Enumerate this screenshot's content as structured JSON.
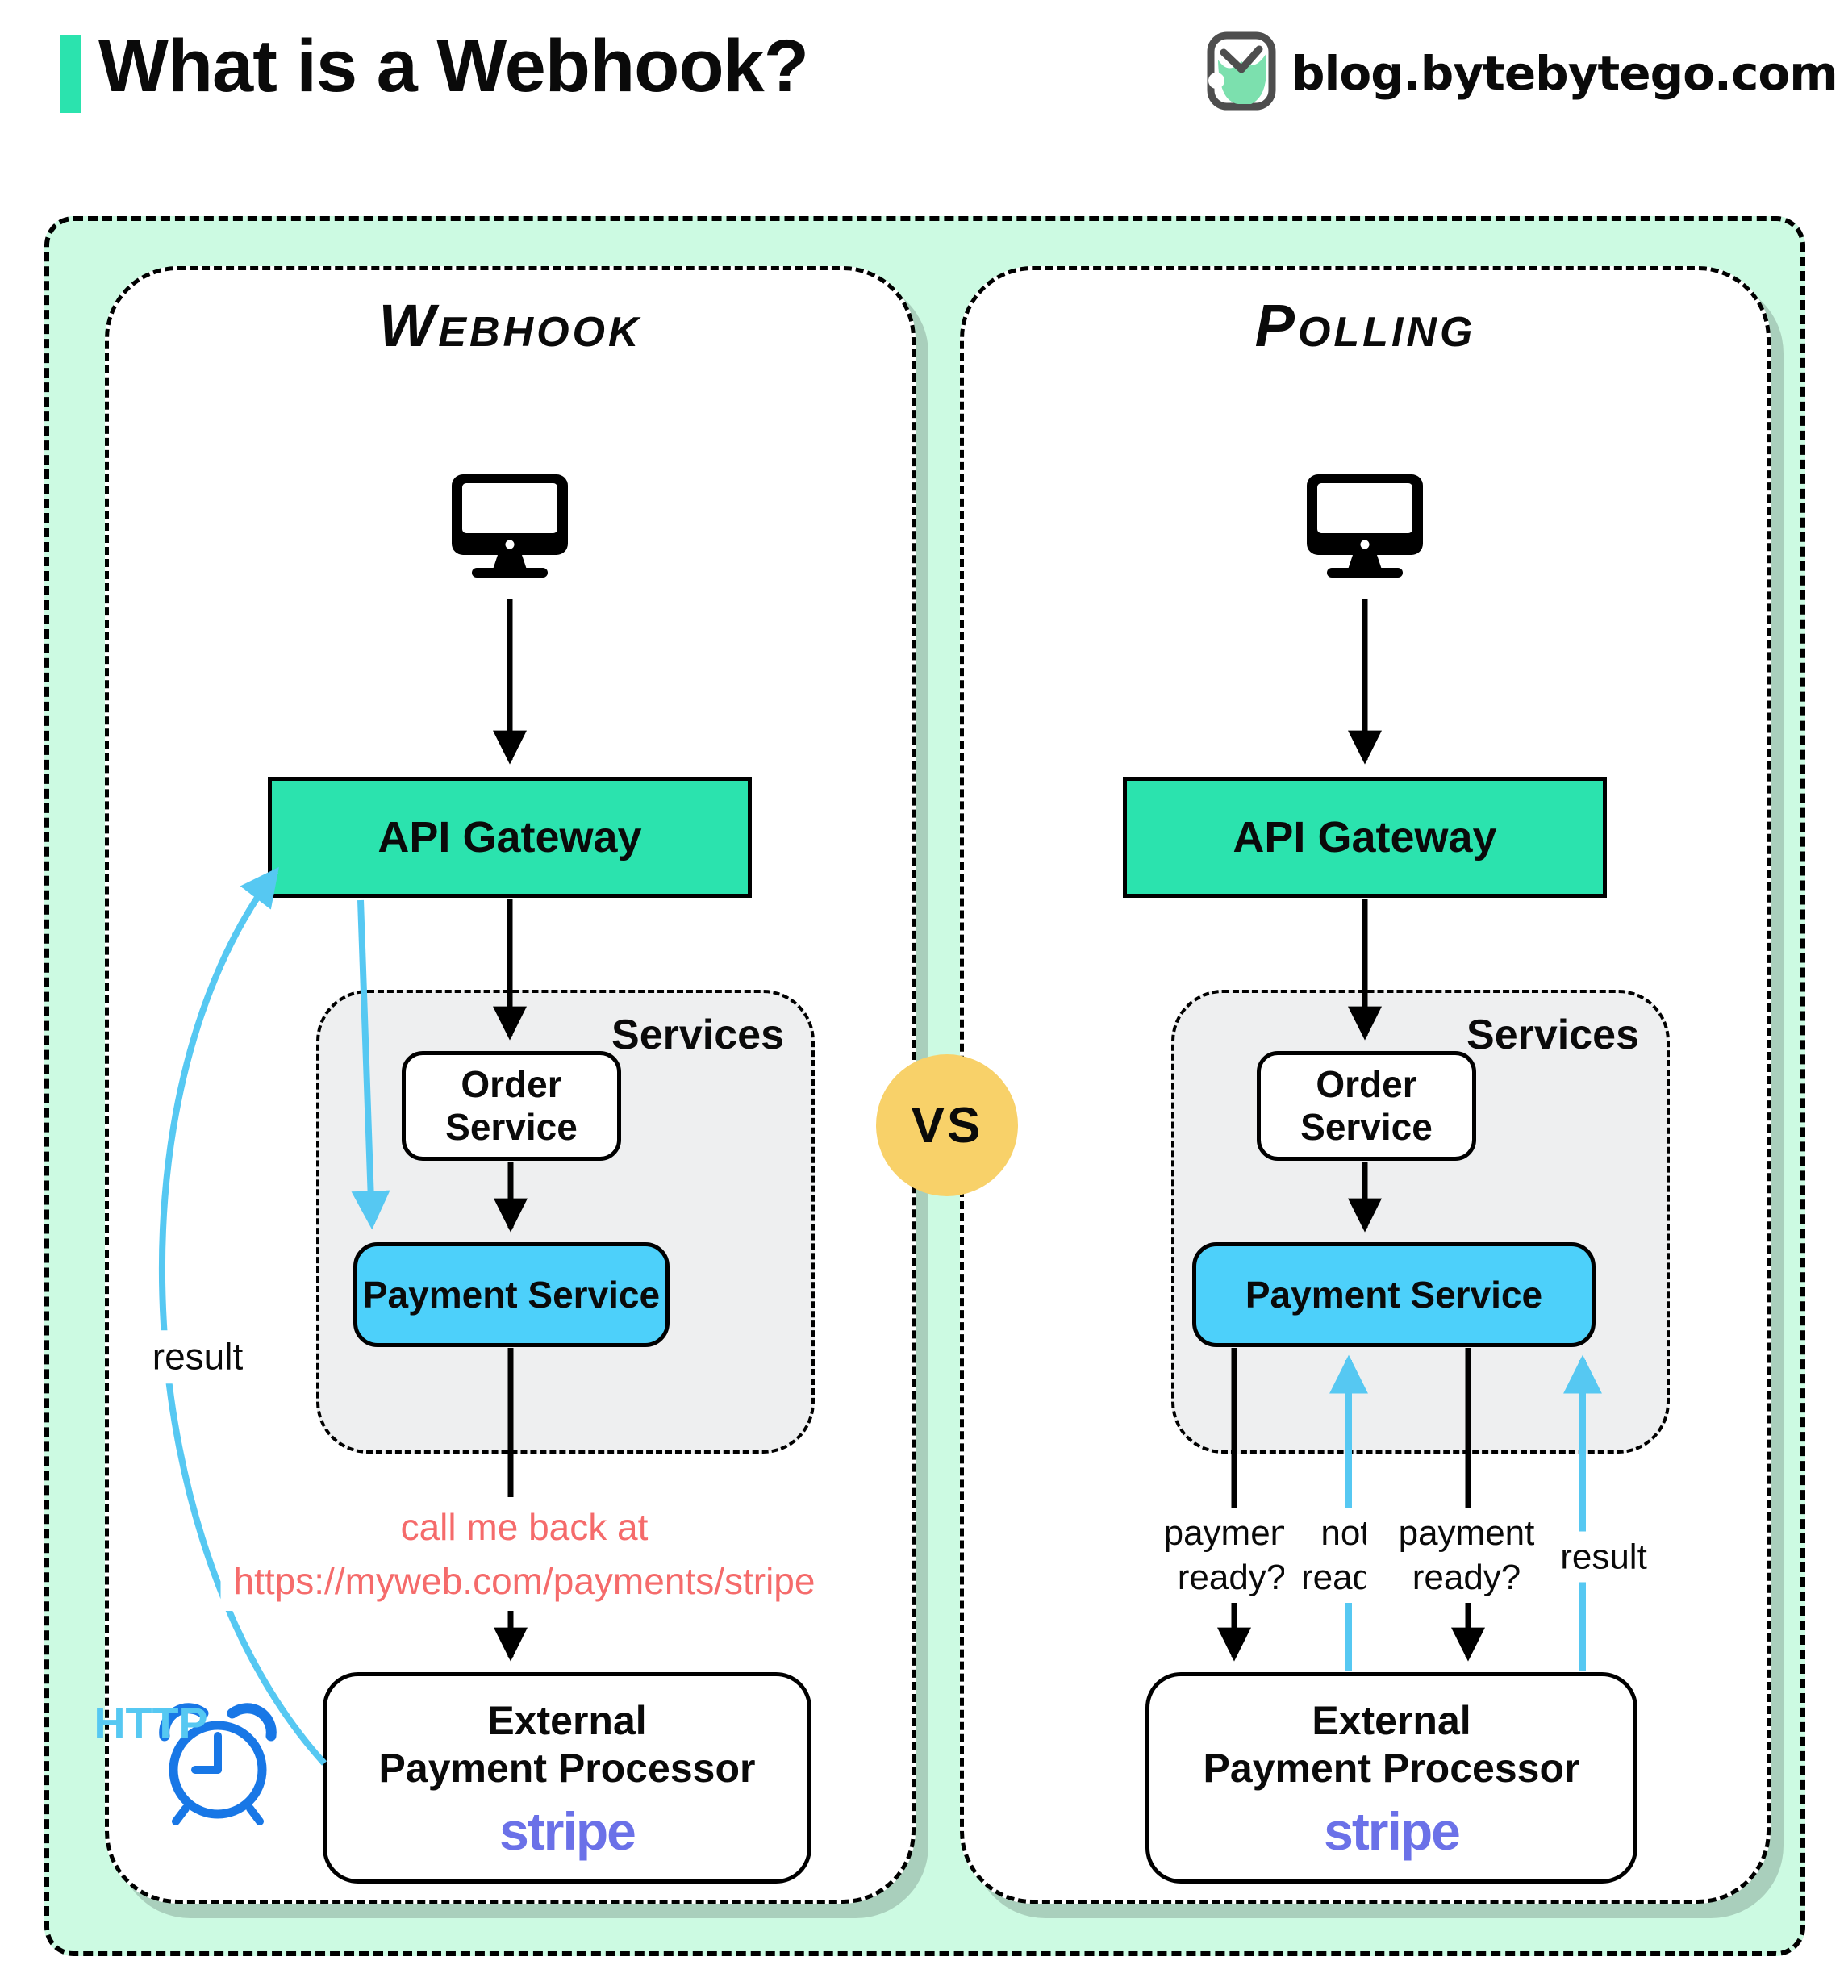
{
  "header": {
    "title": "What is a Webhook?",
    "brand": "blog.bytebytego.com"
  },
  "vs_label": "VS",
  "colors": {
    "mint_background": "#ccfae2",
    "api_gateway_teal": "#2be3ae",
    "payment_service_blue": "#4dd0fa",
    "services_gray": "#eeeff0",
    "vs_yellow": "#f8d169",
    "callback_text_red": "#f56b6b",
    "flow_arrow_blue": "#56c8f2",
    "alarm_clock_blue": "#1877e6",
    "stripe_purple": "#6b71e8"
  },
  "icons": {
    "brand_logo": "bytebytego-logo",
    "client_device": "desktop-monitor",
    "async_wait": "alarm-clock"
  },
  "panels": {
    "webhook": {
      "title": "Webhook",
      "api_gateway": "API Gateway",
      "services_label": "Services",
      "order_service": "Order Service",
      "payment_service": "Payment Service",
      "external_line1": "External",
      "external_line2": "Payment Processor",
      "external_brand": "stripe",
      "callback_line1": "call me back at",
      "callback_line2": "https://myweb.com/payments/stripe",
      "result_label": "result",
      "http_label": "HTTP"
    },
    "polling": {
      "title": "Polling",
      "api_gateway": "API Gateway",
      "services_label": "Services",
      "order_service": "Order Service",
      "payment_service": "Payment Service",
      "external_line1": "External",
      "external_line2": "Payment Processor",
      "external_brand": "stripe",
      "flow_labels": {
        "query1": "payment ready?",
        "reply1": "not ready",
        "query2": "payment ready?",
        "reply2": "result"
      }
    }
  }
}
